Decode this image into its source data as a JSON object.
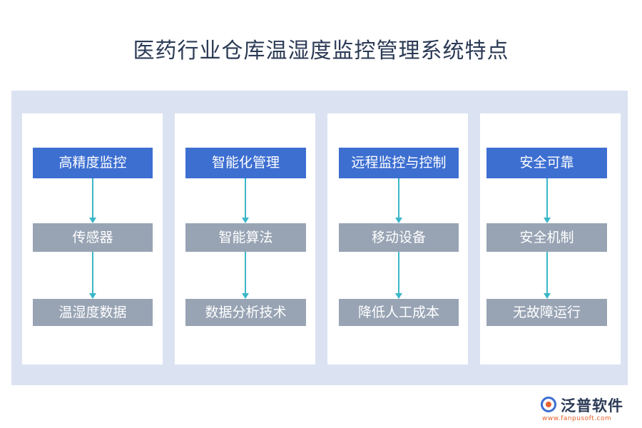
{
  "title": "医药行业仓库温湿度监控管理系统特点",
  "columns": [
    {
      "head": "高精度监控",
      "items": [
        "传感器",
        "温湿度数据"
      ]
    },
    {
      "head": "智能化管理",
      "items": [
        "智能算法",
        "数据分析技术"
      ]
    },
    {
      "head": "远程监控与控制",
      "items": [
        "移动设备",
        "降低人工成本"
      ]
    },
    {
      "head": "安全可靠",
      "items": [
        "安全机制",
        "无故障运行"
      ]
    }
  ],
  "logo": {
    "name": "泛普软件",
    "url": "www.fanpusoft.com"
  },
  "colors": {
    "head": "#3d6fd1",
    "sub": "#98a4b4",
    "arrow": "#3bb7c8",
    "panel": "#dbe3f2",
    "title": "#2b3a55"
  }
}
